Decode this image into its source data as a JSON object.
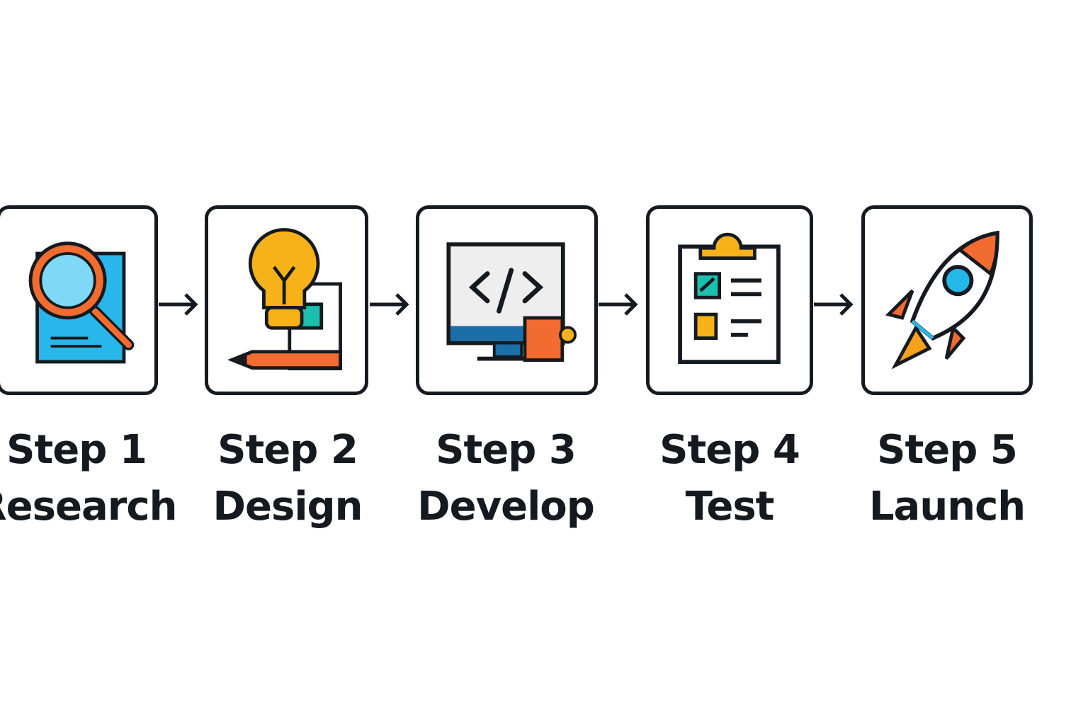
{
  "steps": [
    {
      "step": "Step 1",
      "name": "Research",
      "icon": "magnifier-document-icon"
    },
    {
      "step": "Step 2",
      "name": "Design",
      "icon": "lightbulb-pencil-icon"
    },
    {
      "step": "Step 3",
      "name": "Develop",
      "icon": "code-monitor-icon"
    },
    {
      "step": "Step 4",
      "name": "Test",
      "icon": "clipboard-checklist-icon"
    },
    {
      "step": "Step 5",
      "name": "Launch",
      "icon": "rocket-icon"
    }
  ],
  "colors": {
    "outline": "#141a1f",
    "orange": "#f26b2f",
    "yellow": "#f7b21a",
    "lightblue": "#6fd3f2",
    "teal": "#1bbfae",
    "blue": "#1b6fa8",
    "cyan": "#23b8e8"
  }
}
